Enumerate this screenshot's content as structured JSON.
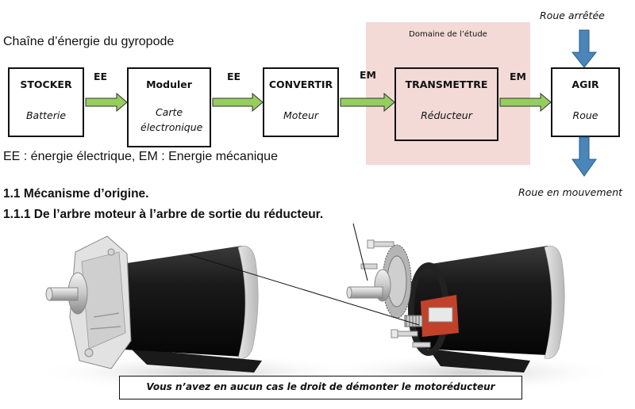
{
  "diagram": {
    "title": "Chaîne d’énergie du gyropode",
    "domain_label": "Domaine de l’étude",
    "blocks": [
      {
        "title": "STOCKER",
        "subtitle": "Batterie"
      },
      {
        "title": "Moduler",
        "subtitle": "Carte électronique"
      },
      {
        "title": "CONVERTIR",
        "subtitle": "Moteur"
      },
      {
        "title": "TRANSMETTRE",
        "subtitle": "Réducteur"
      },
      {
        "title": "AGIR",
        "subtitle": "Roue"
      }
    ],
    "flows": [
      "EE",
      "EE",
      "EM",
      "EM"
    ],
    "input_label": "Roue arrêtée",
    "output_label": "Roue en mouvement",
    "legend": "EE : énergie électrique, EM : Energie mécanique",
    "colors": {
      "flow_arrow": "#96cd5f",
      "wheel_arrow": "#4a86b9",
      "domain_bg": "#f3dad7"
    }
  },
  "section": {
    "heading1": "1.1 Mécanisme d’origine.",
    "heading2": "1.1.1 De l’arbre moteur à l’arbre de sortie du réducteur."
  },
  "figure": {
    "left_view": "motoréducteur assemblé",
    "right_view": "motoréducteur éclaté",
    "warning": "Vous n’avez en aucun cas le droit de démonter le motoréducteur"
  }
}
